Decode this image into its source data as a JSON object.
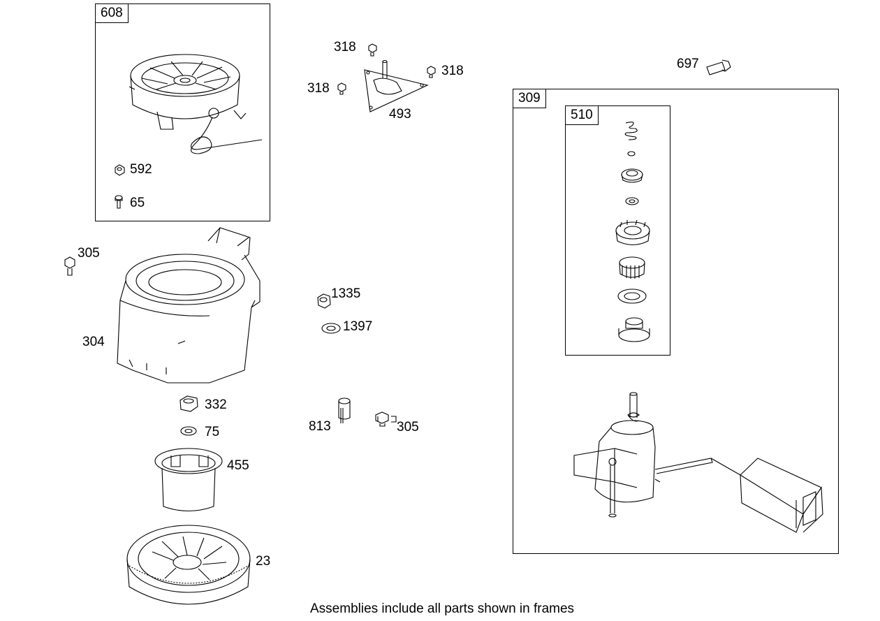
{
  "frames": {
    "starter_assembly": "608",
    "electric_starter": "309",
    "starter_drive_kit": "510"
  },
  "labels": {
    "starter_housing": "608",
    "starter_nut": "592",
    "starter_screw": "65",
    "cowl_screw": "305",
    "blower_housing": "304",
    "flywheel_nut": "332",
    "washer": "75",
    "fan_retainer": "455",
    "flywheel": "23",
    "screw_top": "318",
    "screw_left": "318",
    "screw_right": "318",
    "cover_plate": "493",
    "nut": "1335",
    "seal_washer": "1397",
    "key": "813",
    "bolt": "305",
    "starter_bolt": "697"
  },
  "footer": "Assemblies include all parts shown in frames"
}
